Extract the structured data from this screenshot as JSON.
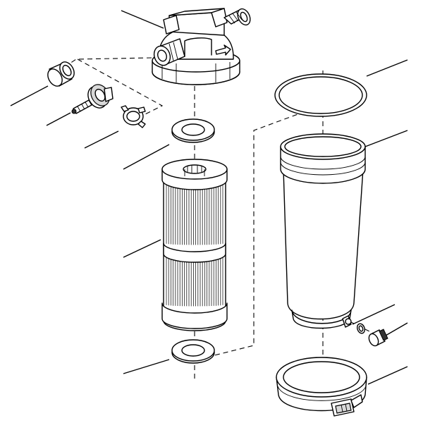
{
  "diagram": {
    "type": "exploded-view",
    "colors": {
      "line": "#000000",
      "background": "#ffffff",
      "shade": "#d8d8d8"
    },
    "parts": [
      "filter-head",
      "union-nut",
      "drain-valve-assembly",
      "retaining-clip",
      "upper-gasket",
      "pleated-filter-cartridge",
      "lower-gasket",
      "housing-o-ring",
      "filter-bowl",
      "bowl-drain-plug",
      "bowl-drain-o-ring",
      "bowl-clamp-ring"
    ]
  }
}
